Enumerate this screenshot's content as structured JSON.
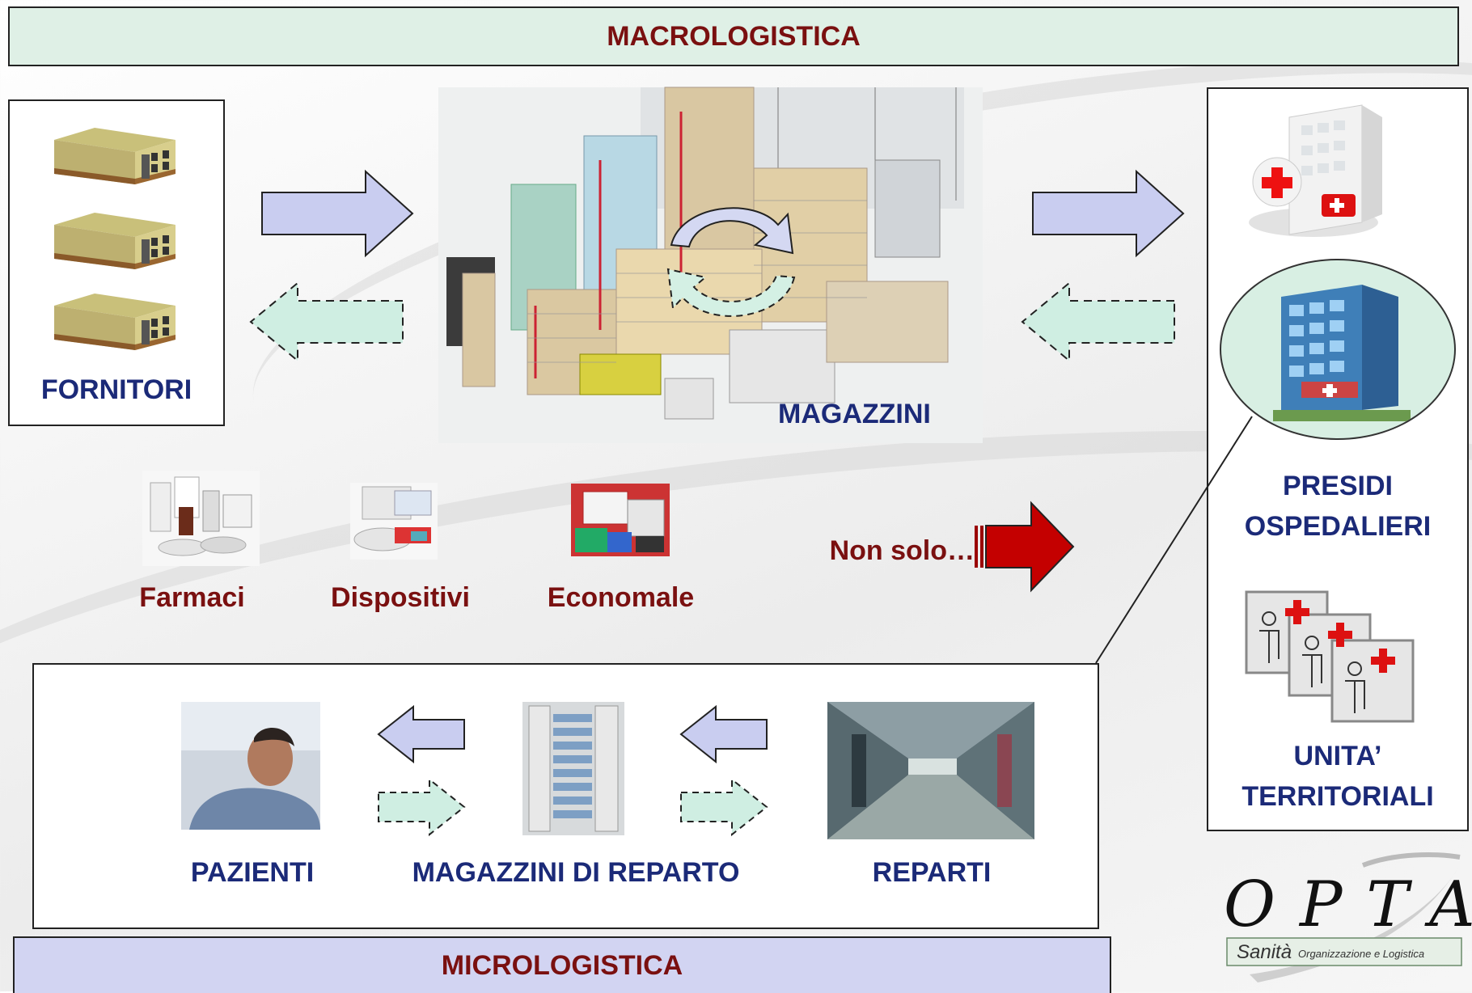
{
  "macro": {
    "title": "MACROLOGISTICA"
  },
  "micro": {
    "title": "MICROLOGISTICA"
  },
  "fornitori": {
    "label": "FORNITORI"
  },
  "magazzini": {
    "label": "MAGAZZINI"
  },
  "presidi": {
    "line1": "PRESIDI",
    "line2": "OSPEDALIERI"
  },
  "unita": {
    "line1": "UNITA’",
    "line2": "TERRITORIALI"
  },
  "products": {
    "farmaci": "Farmaci",
    "dispositivi": "Dispositivi",
    "economale": "Economale"
  },
  "non_solo": "Non solo…",
  "micro_flow": {
    "pazienti": "PAZIENTI",
    "magazzini_reparto": "MAGAZZINI DI REPARTO",
    "reparti": "REPARTI"
  },
  "logo": {
    "brand": "OPTA",
    "sanita": "Sanità",
    "tagline": "Organizzazione e Logistica"
  },
  "colors": {
    "arrow_forward": "#c9cdf0",
    "arrow_back": "#cfeee2",
    "banner_macro": "#dff0e6",
    "banner_micro": "#d2d4f2",
    "title_red": "#7a1010",
    "label_blue": "#1b2a78"
  }
}
